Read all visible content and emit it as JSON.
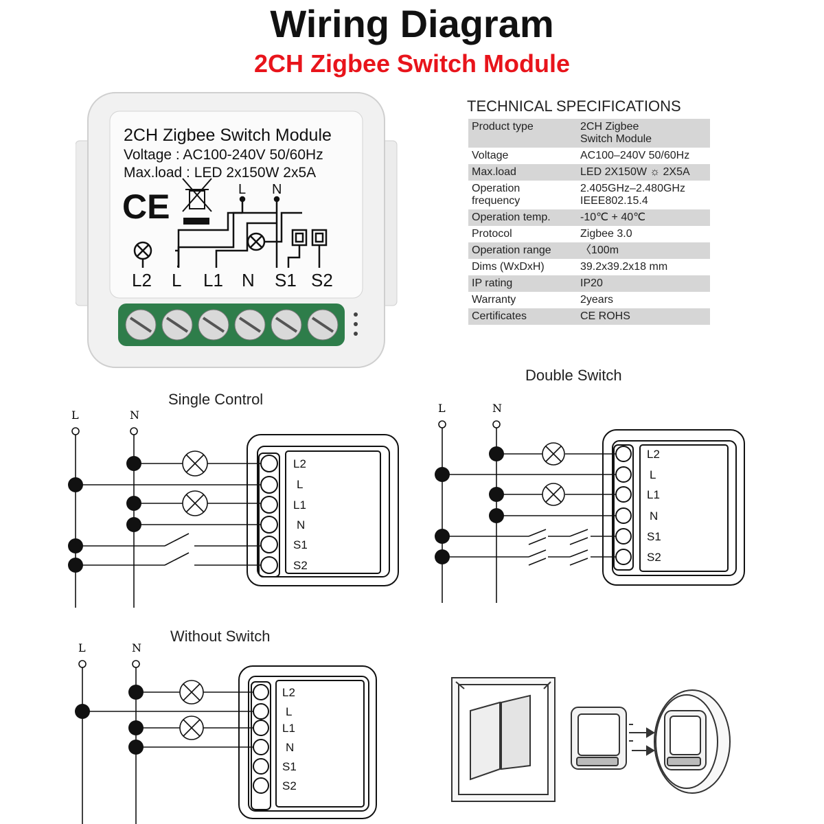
{
  "title": "Wiring Diagram",
  "subtitle": "2CH Zigbee Switch Module",
  "module": {
    "line1": "2CH Zigbee Switch Module",
    "line2": "Voltage : AC100-240V 50/60Hz",
    "line3": "Max.load : LED 2x150W  2x5A",
    "ce_mark": "CE",
    "top_L": "L",
    "top_N": "N",
    "terminals": [
      "L2",
      "L",
      "L1",
      "N",
      "S1",
      "S2"
    ]
  },
  "specs": {
    "heading": "TECHNICAL SPECIFICATIONS",
    "rows": [
      {
        "key": "Product type",
        "val": "2CH Zigbee\nSwitch Module"
      },
      {
        "key": "Voltage",
        "val": "AC100–240V 50/60Hz"
      },
      {
        "key": "Max.load",
        "val": "LED 2X150W ☼ 2X5A"
      },
      {
        "key": "Operation\nfrequency",
        "val": "2.405GHz–2.480GHz\nIEEE802.15.4"
      },
      {
        "key": "Operation temp.",
        "val": "-10℃ + 40℃"
      },
      {
        "key": "Protocol",
        "val": "Zigbee  3.0"
      },
      {
        "key": "Operation range",
        "val": "〈100m"
      },
      {
        "key": "Dims (WxDxH)",
        "val": "39.2x39.2x18 mm"
      },
      {
        "key": "IP rating",
        "val": "IP20"
      },
      {
        "key": "Warranty",
        "val": "2years"
      },
      {
        "key": "Certificates",
        "val": "CE ROHS"
      }
    ]
  },
  "diagrams": {
    "single": {
      "label": "Single Control",
      "L": "L",
      "N": "N"
    },
    "double": {
      "label": "Double Switch",
      "L": "L",
      "N": "N"
    },
    "without": {
      "label": "Without Switch",
      "L": "L",
      "N": "N"
    },
    "terminal_labels": [
      "L2",
      "L",
      "L1",
      "N",
      "S1",
      "S2"
    ]
  },
  "colors": {
    "title": "#000000",
    "subtitle": "#e8141b",
    "terminal_block": "#2e7d4a",
    "table_shade": "#d6d6d6"
  }
}
